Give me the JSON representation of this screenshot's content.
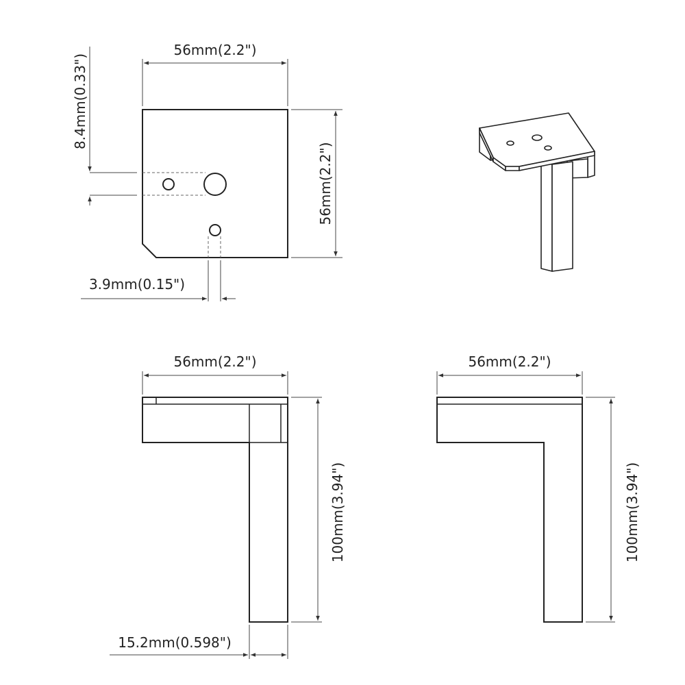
{
  "labels": {
    "top_width": "56mm(2.2\")",
    "top_height": "56mm(2.2\")",
    "hole_offset": "8.4mm(0.33\")",
    "hole_diameter": "3.9mm(0.15\")",
    "side_width": "56mm(2.2\")",
    "side_height": "100mm(3.94\")",
    "leg_width": "15.2mm(0.598\")",
    "front_width": "56mm(2.2\")",
    "front_height": "100mm(3.94\")"
  }
}
